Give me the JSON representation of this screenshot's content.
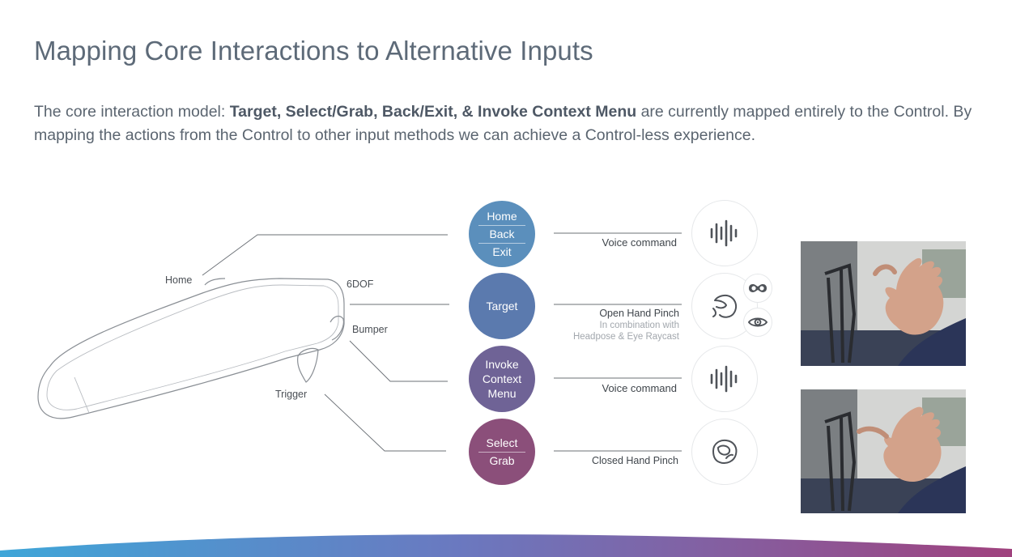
{
  "header": {
    "title": "Mapping Core Interactions to Alternative Inputs",
    "intro_prefix": "The core interaction model: ",
    "intro_bold": "Target, Select/Grab, Back/Exit, & Invoke Context Menu",
    "intro_suffix": " are currently mapped entirely to the Control. By mapping the actions from the Control to other input methods we can achieve a Control-less experience."
  },
  "controller": {
    "callouts": {
      "home": "Home",
      "sixdof": "6DOF",
      "bumper": "Bumper",
      "trigger": "Trigger"
    }
  },
  "actions": {
    "home": [
      "Home",
      "Back",
      "Exit"
    ],
    "target": "Target",
    "invoke": [
      "Invoke",
      "Context",
      "Menu"
    ],
    "select": [
      "Select",
      "Grab"
    ]
  },
  "mappings": {
    "voice_top": "Voice command",
    "pinch_open": "Open Hand Pinch",
    "pinch_open_sub1": "In combination with",
    "pinch_open_sub2": "Headpose & Eye Raycast",
    "voice_bottom": "Voice command",
    "pinch_closed": "Closed Hand Pinch"
  },
  "icons": {
    "voice": "sound-wave-icon",
    "open_pinch": "open-hand-pinch-icon",
    "headpose": "headset-icon",
    "eye": "eye-icon",
    "closed_pinch": "closed-hand-pinch-icon"
  },
  "colors": {
    "home": "#5b8fbc",
    "target": "#5b7aae",
    "invoke": "#6f6396",
    "select": "#8b4f7a",
    "gradient_start": "#3fa6d8",
    "gradient_end": "#a0427e"
  }
}
